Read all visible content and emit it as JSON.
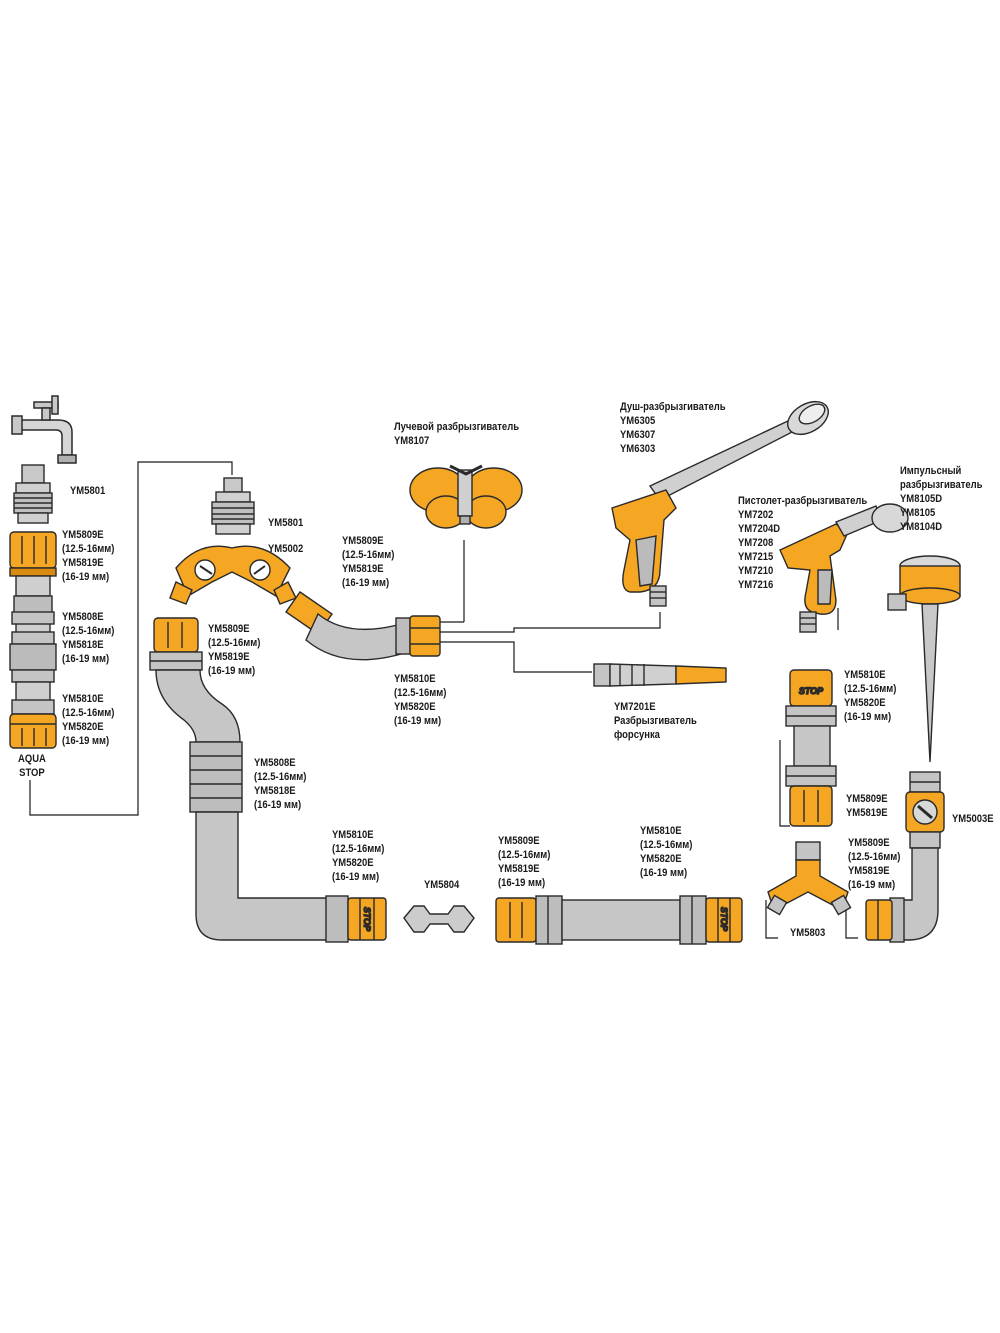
{
  "colors": {
    "orange": "#F5A623",
    "orange_dark": "#D98A10",
    "hose_gray": "#B8B8B8",
    "hose_light": "#D9D9D9",
    "metal": "#C8C8C8",
    "outline": "#2A2A2A",
    "line": "#1A1A1A"
  },
  "labels": {
    "tap_adapter": [
      "YM5801"
    ],
    "left_quick_connector": [
      "YM5809E",
      "(12.5-16мм)",
      "YM5819E",
      "(16-19 мм)"
    ],
    "left_repair": [
      "YM5808E",
      "(12.5-16мм)",
      "YM5818E",
      "(16-19 мм)"
    ],
    "left_aquastop": [
      "YM5810E",
      "(12.5-16мм)",
      "YM5820E",
      "(16-19 мм)"
    ],
    "aqua_stop": [
      "AQUA",
      "STOP"
    ],
    "splitter_adapter": [
      "YM5801"
    ],
    "splitter": [
      "YM5002"
    ],
    "splitter_connector": [
      "YM5809E",
      "(12.5-16мм)",
      "YM5819E",
      "(16-19 мм)"
    ],
    "vertical_connector": [
      "YM5809E",
      "(12.5-16мм)",
      "YM5819E",
      "(16-19 мм)"
    ],
    "beam_sprinkler": [
      "Лучевой разбрызгиватель",
      "YM8107"
    ],
    "hub_connector": [
      "YM5810E",
      "(12.5-16мм)",
      "YM5820E",
      "(16-19 мм)"
    ],
    "shower_sprinkler": [
      "Душ-разбрызгиватель",
      "YM6305",
      "YM6307",
      "YM6303"
    ],
    "pistol_sprinkler": [
      "Пистолет-разбрызгиватель",
      "YM7202",
      "YM7204D",
      "YM7208",
      "YM7215",
      "YM7210",
      "YM7216"
    ],
    "impulse_sprinkler": [
      "Импульсный",
      "разбрызгиватель",
      "YM8105D",
      "YM8105",
      "YM8104D"
    ],
    "nozzle": [
      "YM7201E",
      "Разбрызгиватель",
      "форсунка"
    ],
    "elbow_repair": [
      "YM5808E",
      "(12.5-16мм)",
      "YM5818E",
      "(16-19 мм)"
    ],
    "bottom_aquastop_1": [
      "YM5810E",
      "(12.5-16мм)",
      "YM5820E",
      "(16-19 мм)"
    ],
    "coupling": [
      "YM5804"
    ],
    "bottom_connector": [
      "YM5809E",
      "(12.5-16мм)",
      "YM5819E",
      "(16-19 мм)"
    ],
    "bottom_aquastop_2": [
      "YM5810E",
      "(12.5-16мм)",
      "YM5820E",
      "(16-19 мм)"
    ],
    "right_aquastop": [
      "YM5810E",
      "(12.5-16мм)",
      "YM5820E",
      "(16-19 мм)"
    ],
    "right_connector": [
      "YM5809E",
      "YM5819E"
    ],
    "y_splitter": [
      "YM5803"
    ],
    "valve": [
      "YM5003E"
    ],
    "valve_connector": [
      "YM5809E",
      "(12.5-16мм)",
      "YM5819E",
      "(16-19 мм)"
    ]
  },
  "stop_marking": "STOP"
}
